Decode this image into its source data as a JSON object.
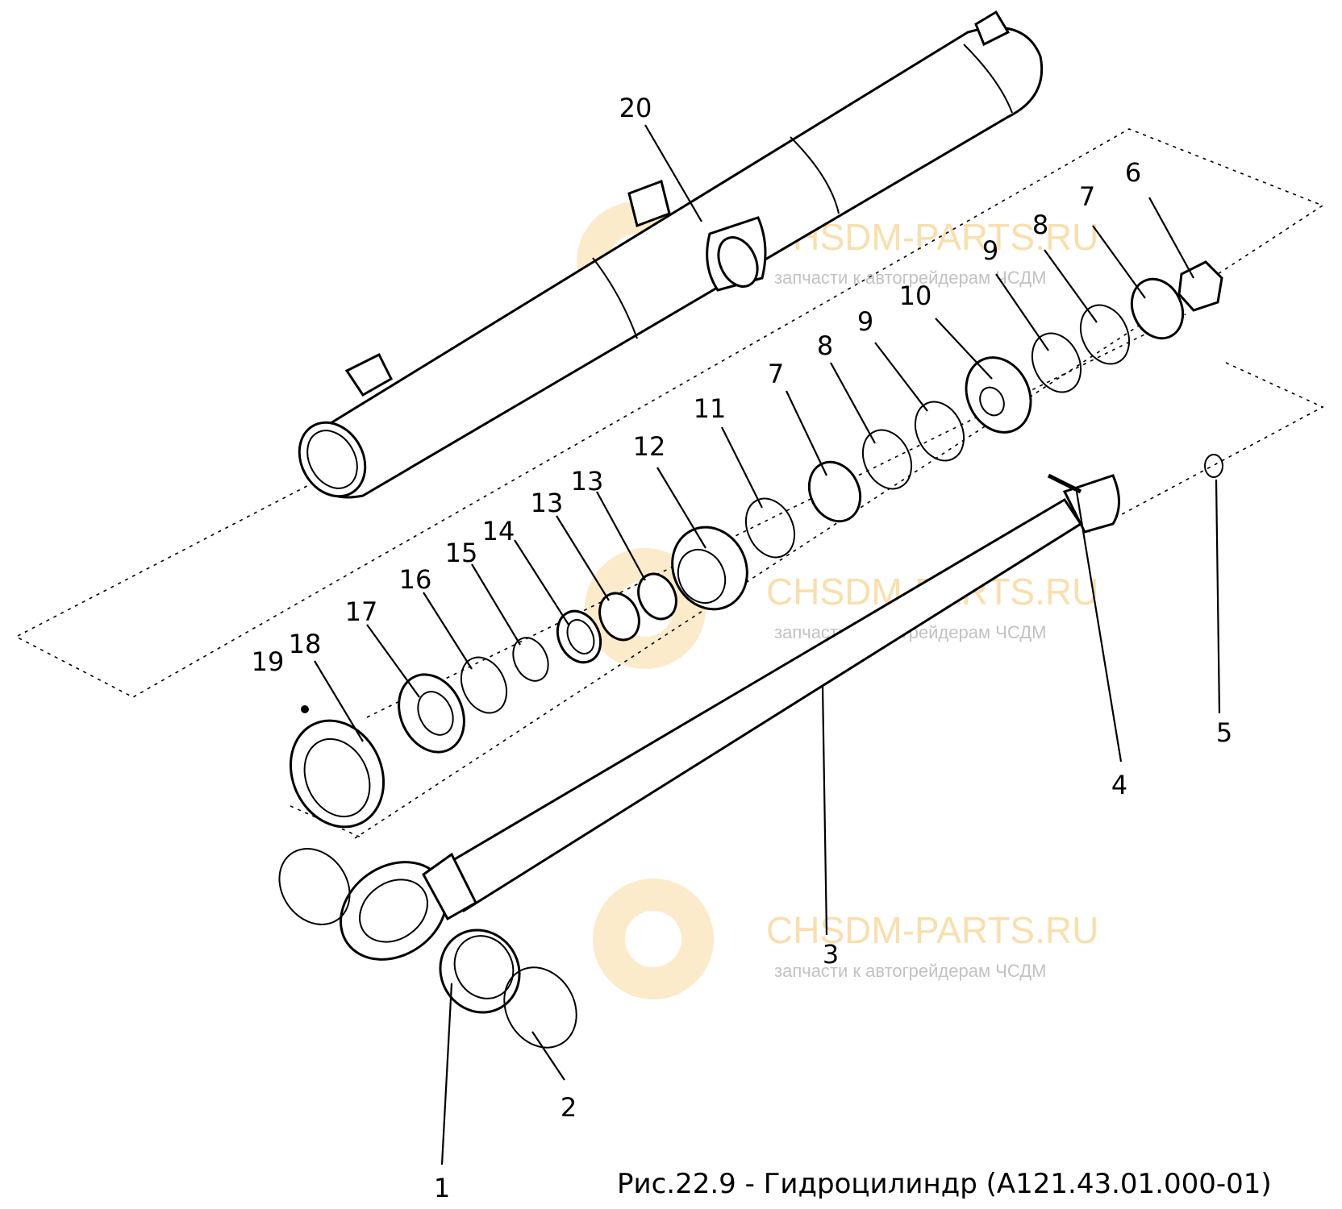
{
  "caption": "Рис.22.9 - Гидроцилиндр (А121.43.01.000-01)",
  "watermark": {
    "title": "CHSDM-PARTS.RU",
    "subtitle": "запчасти к автогрейдерам ЧСДМ",
    "color": "#f5c56a"
  },
  "callouts": [
    "1",
    "2",
    "3",
    "4",
    "5",
    "6",
    "7",
    "8",
    "9",
    "10",
    "11",
    "12",
    "13",
    "13",
    "14",
    "15",
    "16",
    "17",
    "18",
    "19",
    "20",
    "7",
    "8",
    "9"
  ]
}
